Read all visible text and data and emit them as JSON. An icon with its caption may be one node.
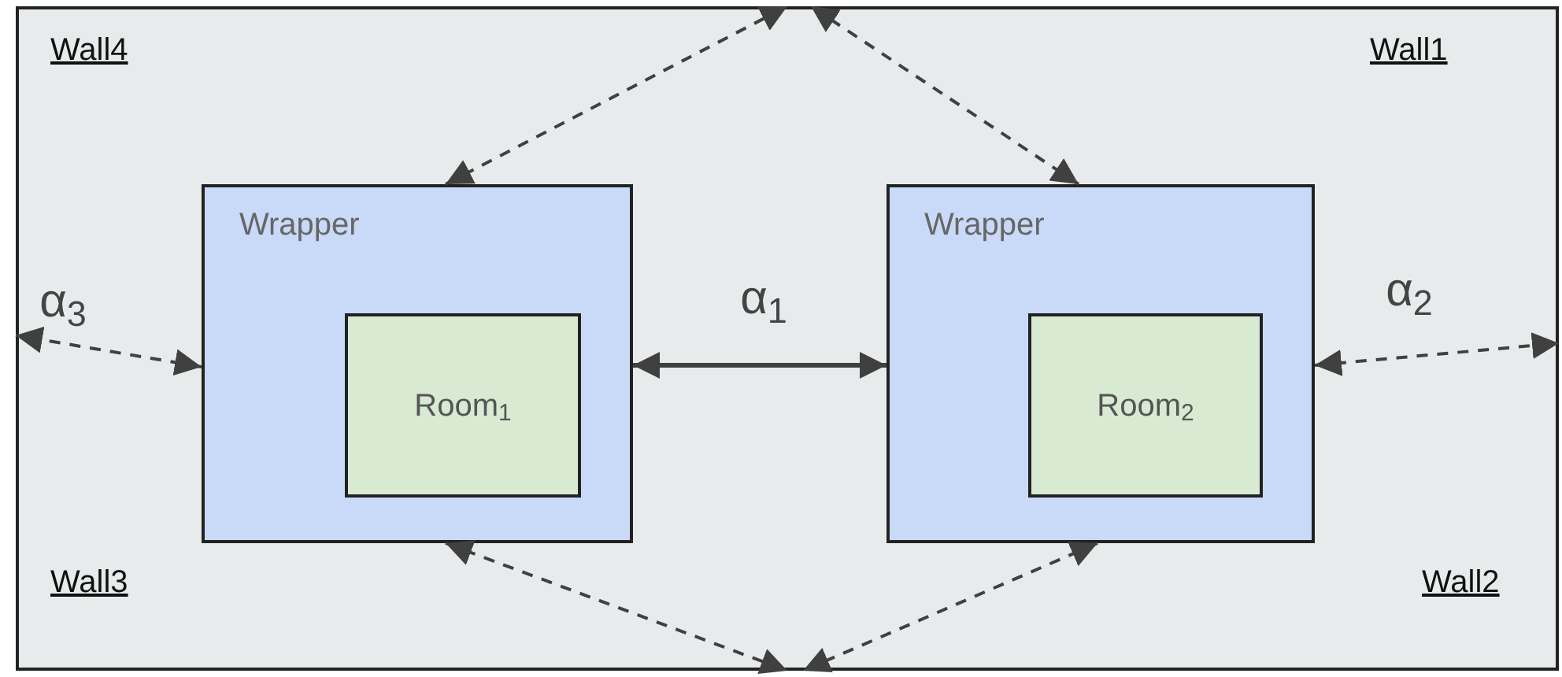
{
  "diagram": {
    "nodes": [
      {
        "text": [
          "Wall4",
          "Wall1",
          "Wall3",
          "Wall2"
        ]
      },
      {
        "text": [
          "Wrapper"
        ],
        "in": 0
      },
      {
        "text": [
          "Room$_{1}$"
        ],
        "in": 1
      },
      {
        "text": [
          "Wrapper"
        ],
        "in": 0
      },
      {
        "text": [
          "Room$_{2}$"
        ],
        "in": 3
      }
    ],
    "edges": [
      {
        "from": 1,
        "to": 3,
        "arrow": "both",
        "label": "α$_{1}$"
      },
      {
        "from": 1,
        "to": 0,
        "arrow": "both",
        "style": "dashed"
      },
      {
        "from": 3,
        "to": 0,
        "arrow": "both",
        "style": "dashed"
      },
      {
        "from": 1,
        "to": 0,
        "arrow": "both",
        "style": "dashed",
        "label": "α$_{3}$"
      },
      {
        "from": 3,
        "to": 0,
        "arrow": "both",
        "style": "dashed",
        "label": "α$_{2}$"
      },
      {
        "from": 1,
        "to": 0,
        "arrow": "both",
        "style": "dashed"
      },
      {
        "from": 3,
        "to": 0,
        "arrow": "both",
        "style": "dashed"
      }
    ]
  }
}
